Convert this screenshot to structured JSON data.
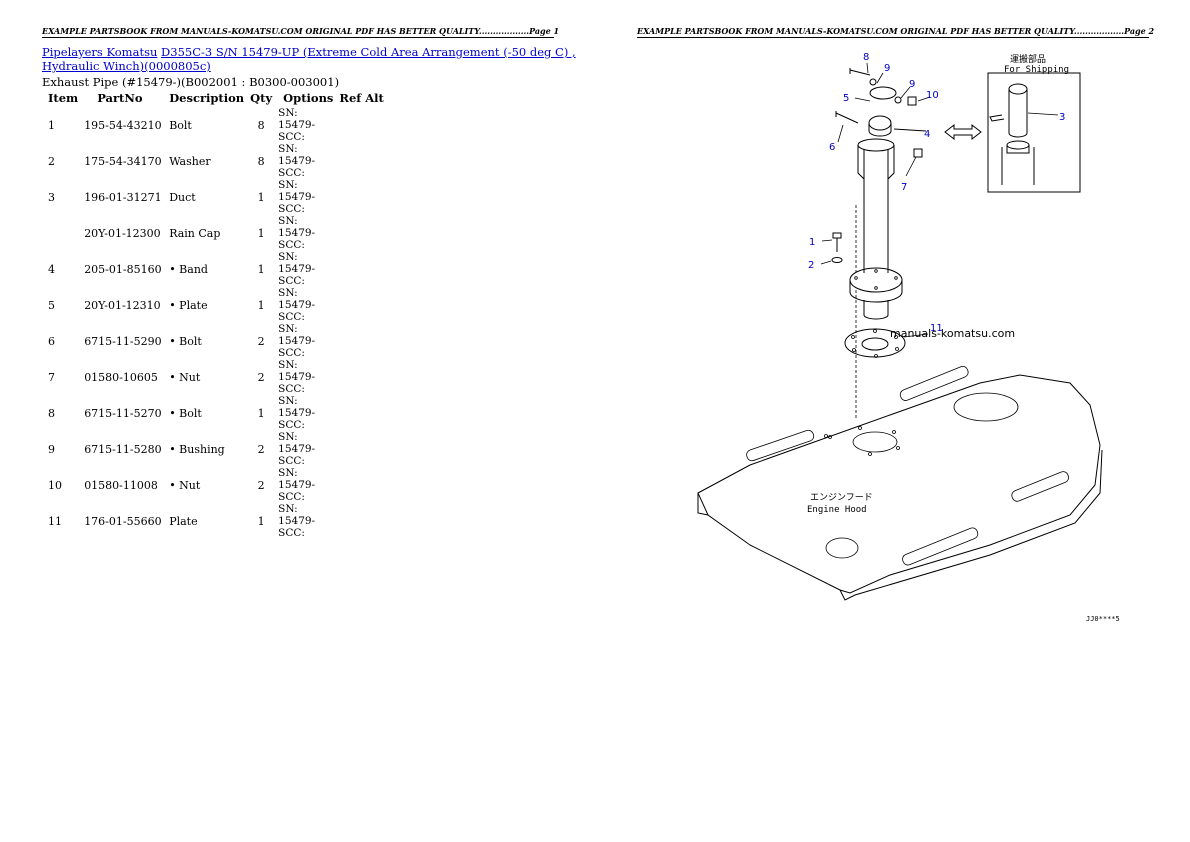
{
  "header": {
    "left_text": "EXAMPLE PARTSBOOK FROM MANUALS-KOMATSU.COM ORIGINAL PDF HAS BETTER QUALITY..................Page 1",
    "right_text": "EXAMPLE PARTSBOOK FROM MANUALS-KOMATSU.COM ORIGINAL PDF HAS BETTER QUALITY..................Page 2"
  },
  "breadcrumb": {
    "link1": "Pipelayers Komatsu",
    "link2": "D355C-3 S/N 15479-UP (Extreme Cold Area Arrangement (-50 deg C) , Hydraulic Winch)(0000805c)"
  },
  "subtitle": "Exhaust Pipe (#15479-)(B002001 : B0300-003001)",
  "table": {
    "headers": [
      "Item",
      "PartNo",
      "Description",
      "Qty",
      "Options",
      "Ref Alt"
    ],
    "rows": [
      {
        "item": "1",
        "partno": "195-54-43210",
        "desc": "Bolt",
        "qty": "8",
        "options": "SN: 15479-SCC:"
      },
      {
        "item": "2",
        "partno": "175-54-34170",
        "desc": "Washer",
        "qty": "8",
        "options": "SN: 15479-SCC:"
      },
      {
        "item": "3",
        "partno": "196-01-31271",
        "desc": "Duct",
        "qty": "1",
        "options": "SN: 15479-SCC:"
      },
      {
        "item": "",
        "partno": "20Y-01-12300",
        "desc": "Rain Cap",
        "qty": "1",
        "options": "SN: 15479-SCC:"
      },
      {
        "item": "4",
        "partno": "205-01-85160",
        "desc": "• Band",
        "qty": "1",
        "options": "SN: 15479-SCC:"
      },
      {
        "item": "5",
        "partno": "20Y-01-12310",
        "desc": "• Plate",
        "qty": "1",
        "options": "SN: 15479-SCC:"
      },
      {
        "item": "6",
        "partno": "6715-11-5290",
        "desc": "• Bolt",
        "qty": "2",
        "options": "SN: 15479-SCC:"
      },
      {
        "item": "7",
        "partno": "01580-10605",
        "desc": "• Nut",
        "qty": "2",
        "options": "SN: 15479-SCC:"
      },
      {
        "item": "8",
        "partno": "6715-11-5270",
        "desc": "• Bolt",
        "qty": "1",
        "options": "SN: 15479-SCC:"
      },
      {
        "item": "9",
        "partno": "6715-11-5280",
        "desc": "• Bushing",
        "qty": "2",
        "options": "SN: 15479-SCC:"
      },
      {
        "item": "10",
        "partno": "01580-11008",
        "desc": "• Nut",
        "qty": "2",
        "options": "SN: 15479-SCC:"
      },
      {
        "item": "11",
        "partno": "176-01-55660",
        "desc": "Plate",
        "qty": "1",
        "options": "SN: 15479-SCC:"
      }
    ]
  },
  "diagram": {
    "callouts": [
      "8",
      "9",
      "5",
      "9",
      "10",
      "6",
      "4",
      "7",
      "3",
      "1",
      "2",
      "11"
    ],
    "inset_label_jp": "運搬部品",
    "inset_label_en": "For Shipping",
    "hood_label_jp": "エンジンフード",
    "hood_label_en": "Engine Hood",
    "watermark": "manuals-komatsu.com",
    "drawing_code": "JJ0****5"
  }
}
